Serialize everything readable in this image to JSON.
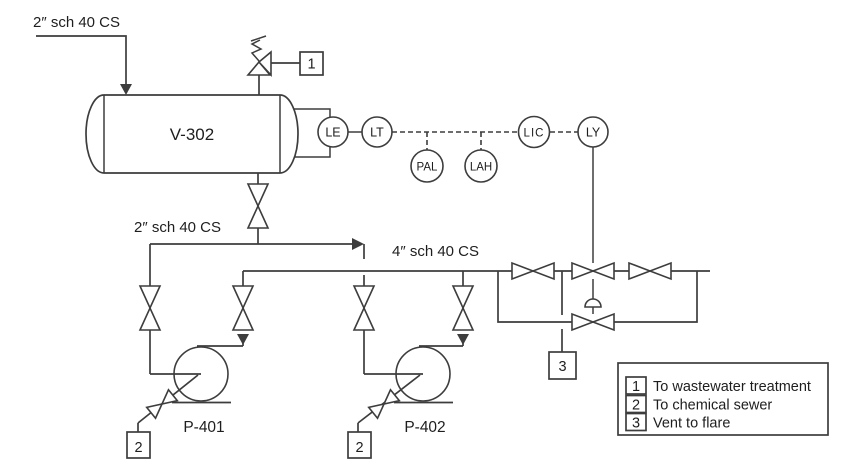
{
  "labels": {
    "feed_pipe": "2″ sch 40 CS",
    "suction_pipe": "2″ sch 40 CS",
    "discharge_pipe": "4″ sch 40 CS"
  },
  "equipment": {
    "vessel": "V-302",
    "pump_a": "P-401",
    "pump_b": "P-402"
  },
  "instruments": {
    "level_element": "LE",
    "level_transmitter": "LT",
    "pressure_alarm_low": "PAL",
    "level_alarm_high": "LAH",
    "level_controller": "LIC",
    "level_relay": "LY"
  },
  "callouts": {
    "c1": "1",
    "c2": "2",
    "c3": "3"
  },
  "legend": {
    "items": [
      {
        "num": "1",
        "text": "To wastewater treatment"
      },
      {
        "num": "2",
        "text": "To chemical sewer"
      },
      {
        "num": "3",
        "text": "Vent to flare"
      }
    ]
  },
  "colors": {
    "line": "#3d3d3d",
    "text": "#1e1e1e",
    "background": "#ffffff"
  }
}
